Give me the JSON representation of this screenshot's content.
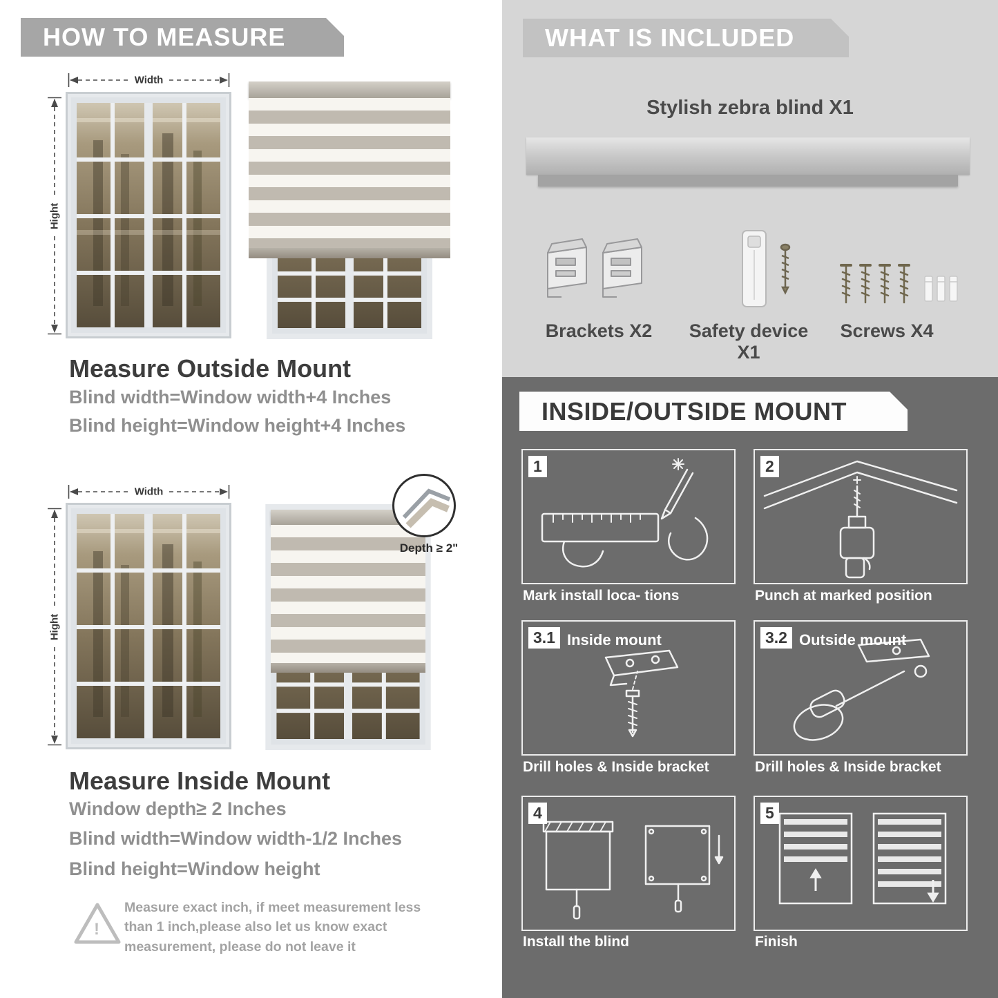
{
  "left": {
    "header": "HOW TO MEASURE",
    "warning_mark": "!",
    "outside": {
      "width_label": "Width",
      "height_label": "Hight",
      "title": "Measure Outside Mount",
      "line1": "Blind width=Window width+4 Inches",
      "line2": "Blind height=Window height+4 Inches"
    },
    "inside": {
      "width_label": "Width",
      "height_label": "Hight",
      "depth_label": "Depth ≥ 2\"",
      "title": "Measure Inside Mount",
      "line1": "Window depth≥ 2 Inches",
      "line2": "Blind width=Window width-1/2 Inches",
      "line3": "Blind height=Window height"
    },
    "note": "Measure exact inch, if meet measurement less than 1 inch,please also let us know exact measurement, please do not leave it"
  },
  "right": {
    "included": {
      "header": "WHAT IS INCLUDED",
      "product_title": "Stylish zebra blind X1",
      "item1_label": "Brackets X2",
      "item2_label": "Safety device X1",
      "item3_label": "Screws X4"
    },
    "mount": {
      "header": "INSIDE/OUTSIDE MOUNT",
      "steps": [
        {
          "num": "1",
          "title": "",
          "caption": "Mark install loca- tions"
        },
        {
          "num": "2",
          "title": "",
          "caption": "Punch at  marked position"
        },
        {
          "num": "3.1",
          "title": "Inside mount",
          "caption": "Drill holes &  Inside bracket"
        },
        {
          "num": "3.2",
          "title": "Outside mount",
          "caption": "Drill holes &  Inside bracket"
        },
        {
          "num": "4",
          "title": "",
          "caption": "Install the blind"
        },
        {
          "num": "5",
          "title": "",
          "caption": "Finish"
        }
      ]
    }
  }
}
